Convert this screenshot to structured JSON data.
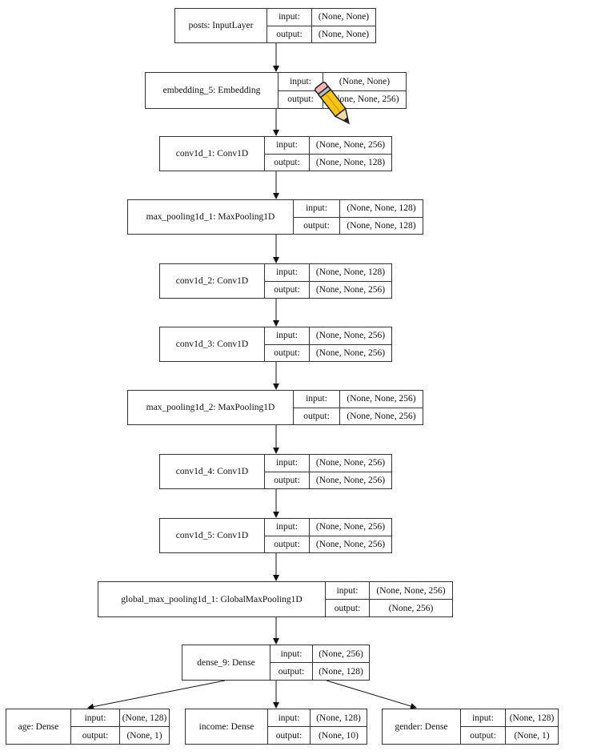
{
  "diagram": {
    "port_labels": {
      "input": "input:",
      "output": "output:"
    },
    "nodes": [
      {
        "id": "posts",
        "label": "posts: InputLayer",
        "input": "(None, None)",
        "output": "(None, None)"
      },
      {
        "id": "embedding_5",
        "label": "embedding_5: Embedding",
        "input": "(None, None)",
        "output": "(None, None, 256)"
      },
      {
        "id": "conv1d_1",
        "label": "conv1d_1: Conv1D",
        "input": "(None, None, 256)",
        "output": "(None, None, 128)"
      },
      {
        "id": "max_pooling1d_1",
        "label": "max_pooling1d_1: MaxPooling1D",
        "input": "(None, None, 128)",
        "output": "(None, None, 128)"
      },
      {
        "id": "conv1d_2",
        "label": "conv1d_2: Conv1D",
        "input": "(None, None, 128)",
        "output": "(None, None, 256)"
      },
      {
        "id": "conv1d_3",
        "label": "conv1d_3: Conv1D",
        "input": "(None, None, 256)",
        "output": "(None, None, 256)"
      },
      {
        "id": "max_pooling1d_2",
        "label": "max_pooling1d_2: MaxPooling1D",
        "input": "(None, None, 256)",
        "output": "(None, None, 256)"
      },
      {
        "id": "conv1d_4",
        "label": "conv1d_4: Conv1D",
        "input": "(None, None, 256)",
        "output": "(None, None, 256)"
      },
      {
        "id": "conv1d_5",
        "label": "conv1d_5: Conv1D",
        "input": "(None, None, 256)",
        "output": "(None, None, 256)"
      },
      {
        "id": "global_max_pooling1d_1",
        "label": "global_max_pooling1d_1: GlobalMaxPooling1D",
        "input": "(None, None, 256)",
        "output": "(None, 256)"
      },
      {
        "id": "dense_9",
        "label": "dense_9: Dense",
        "input": "(None, 256)",
        "output": "(None, 128)"
      },
      {
        "id": "age",
        "label": "age: Dense",
        "input": "(None, 128)",
        "output": "(None, 1)"
      },
      {
        "id": "income",
        "label": "income: Dense",
        "input": "(None, 128)",
        "output": "(None, 10)"
      },
      {
        "id": "gender",
        "label": "gender: Dense",
        "input": "(None, 128)",
        "output": "(None, 1)"
      }
    ],
    "edges": [
      [
        "posts",
        "embedding_5"
      ],
      [
        "embedding_5",
        "conv1d_1"
      ],
      [
        "conv1d_1",
        "max_pooling1d_1"
      ],
      [
        "max_pooling1d_1",
        "conv1d_2"
      ],
      [
        "conv1d_2",
        "conv1d_3"
      ],
      [
        "conv1d_3",
        "max_pooling1d_2"
      ],
      [
        "max_pooling1d_2",
        "conv1d_4"
      ],
      [
        "conv1d_4",
        "conv1d_5"
      ],
      [
        "conv1d_5",
        "global_max_pooling1d_1"
      ],
      [
        "global_max_pooling1d_1",
        "dense_9"
      ],
      [
        "dense_9",
        "age"
      ],
      [
        "dense_9",
        "income"
      ],
      [
        "dense_9",
        "gender"
      ]
    ]
  },
  "overlay": {
    "cursor_icon": "pencil-icon"
  }
}
